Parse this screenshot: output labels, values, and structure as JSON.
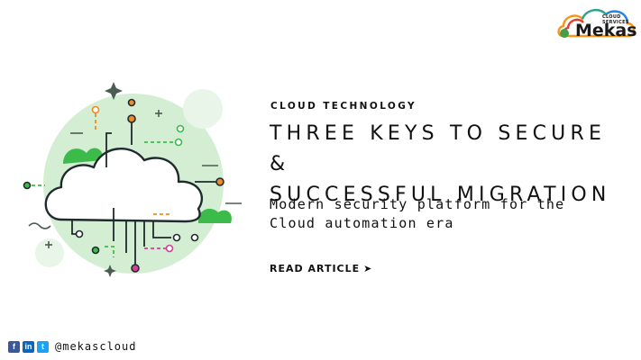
{
  "brand": {
    "name": "Mekas",
    "tagline": "CLOUD SERVICES",
    "colors": {
      "orange": "#f7941d",
      "red": "#e53935",
      "blue": "#1e88e5",
      "green": "#43a047",
      "teal": "#26a69a"
    }
  },
  "article": {
    "category": "CLOUD TECHNOLOGY",
    "title_line1": "THREE KEYS TO SECURE &",
    "title_line2": "SUCCESSFUL MIGRATION",
    "subtitle_line1": "Modern security platform for the",
    "subtitle_line2": "Cloud automation era",
    "cta_label": "READ ARTICLE",
    "cta_arrow": "➤"
  },
  "social": {
    "icons": [
      {
        "name": "facebook-icon",
        "glyph": "f",
        "color": "#3b5998"
      },
      {
        "name": "linkedin-icon",
        "glyph": "in",
        "color": "#0a66c2"
      },
      {
        "name": "twitter-icon",
        "glyph": "t",
        "color": "#1da1f2"
      }
    ],
    "handle": "@mekascloud"
  },
  "illustration": {
    "circle_color": "#d4eed4",
    "accent_orange": "#f08a24",
    "accent_green": "#3dbb4a",
    "accent_pink": "#d63e9b",
    "line_color": "#1f2a2e"
  }
}
